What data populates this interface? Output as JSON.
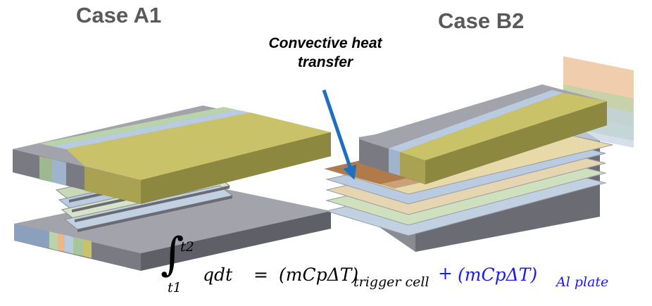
{
  "titles": {
    "case_a": "Case A1",
    "case_b": "Case B2"
  },
  "annotation": {
    "line1": "Convective heat",
    "line2": "transfer",
    "arrow_color": "#1f6fbf"
  },
  "equation": {
    "integral_sign": "∫",
    "upper_limit": "t2",
    "lower_limit": "t1",
    "integrand": "qdt",
    "equals": "=",
    "term1": "(mCpΔT)",
    "term1_subscript": "trigger cell",
    "plus": "+",
    "term2": "(mCpΔT)",
    "term2_subscript": "Al plate",
    "term2_color": "#1a1af2"
  },
  "colors": {
    "block_top": "#a3a3ab",
    "block_front": "#6b6b73",
    "block_side": "#8a8a93",
    "yellow": "#c9c268",
    "blue_strip": "#b8cbe0",
    "green_strip": "#b8d4a8",
    "orange_strip": "#e8b88a",
    "brown_strip": "#b07a4a"
  }
}
